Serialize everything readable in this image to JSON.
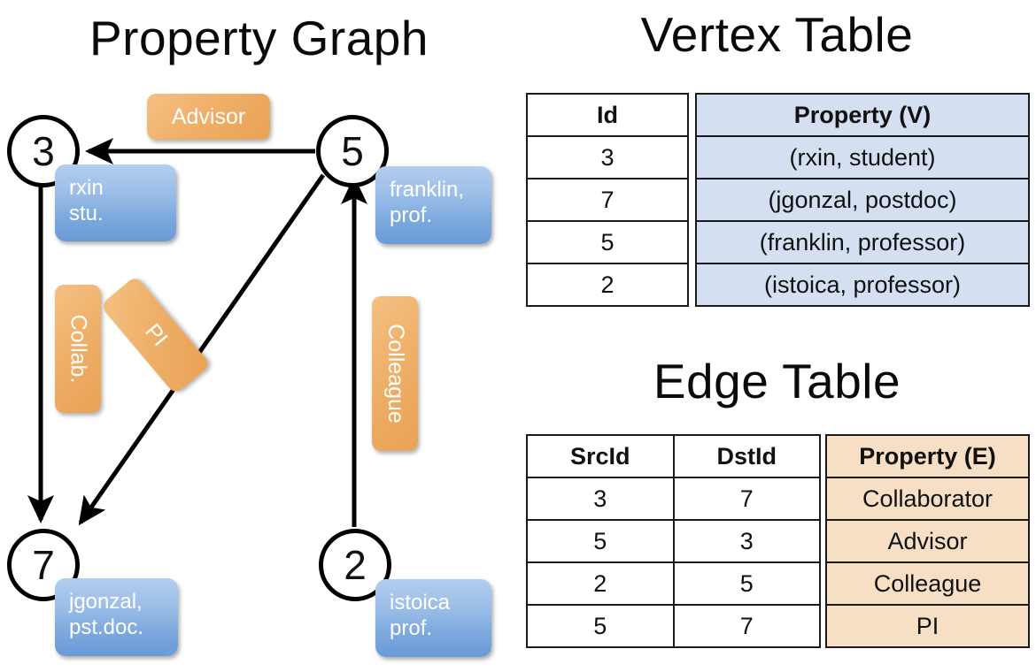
{
  "titles": {
    "property_graph": "Property Graph",
    "vertex_table": "Vertex Table",
    "edge_table": "Edge Table"
  },
  "graph": {
    "nodes": [
      {
        "id": "3",
        "name": "vnode-3",
        "property_line1": "rxin",
        "property_line2": "stu."
      },
      {
        "id": "5",
        "name": "vnode-5",
        "property_line1": "franklin,",
        "property_line2": "prof."
      },
      {
        "id": "7",
        "name": "vnode-7",
        "property_line1": "jgonzal,",
        "property_line2": "pst.doc."
      },
      {
        "id": "2",
        "name": "vnode-2",
        "property_line1": "istoica",
        "property_line2": "prof."
      }
    ],
    "edge_labels": {
      "advisor": "Advisor",
      "collab": "Collab.",
      "pi": "PI",
      "colleague": "Colleague"
    }
  },
  "vertex_table": {
    "headers": [
      "Id",
      "Property (V)"
    ],
    "rows": [
      {
        "id": "3",
        "property": "(rxin, student)"
      },
      {
        "id": "7",
        "property": "(jgonzal, postdoc)"
      },
      {
        "id": "5",
        "property": "(franklin, professor)"
      },
      {
        "id": "2",
        "property": "(istoica, professor)"
      }
    ]
  },
  "edge_table": {
    "headers": [
      "SrcId",
      "DstId",
      "Property (E)"
    ],
    "rows": [
      {
        "src": "3",
        "dst": "7",
        "property": "Collaborator"
      },
      {
        "src": "5",
        "dst": "3",
        "property": "Advisor"
      },
      {
        "src": "2",
        "dst": "5",
        "property": "Colleague"
      },
      {
        "src": "5",
        "dst": "7",
        "property": "PI"
      }
    ]
  },
  "colors": {
    "vertex_property_fill": "#d4e0f2",
    "edge_property_fill": "#f7dfc6",
    "node_box_blue": "#7aa7dd",
    "edge_label_orange": "#efb069",
    "stroke": "#000000",
    "background": "#ffffff"
  }
}
